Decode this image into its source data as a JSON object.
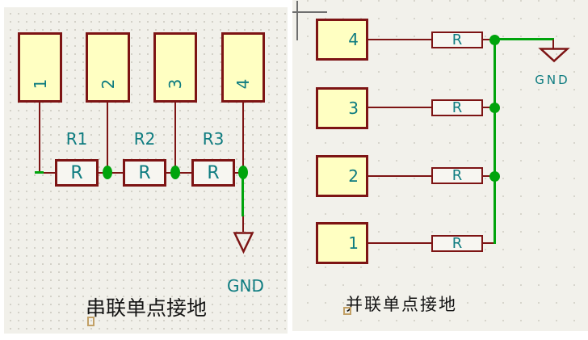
{
  "colors": {
    "maroon": "#7d1414",
    "green": "#00a40c",
    "teal": "#0e7c80",
    "boxfill": "#ffffc2",
    "canvas": "#f1f0ea",
    "canvas2": "#f2f1eb",
    "caption": "#151515",
    "gray": "#6f6f6f",
    "tan": "#c2a065"
  },
  "left_panel": {
    "caption": "串联单点接地",
    "gnd_label": "GND",
    "box_labels": [
      "1",
      "2",
      "3",
      "4"
    ],
    "resistor_refs": [
      "R1",
      "R2",
      "R3"
    ],
    "resistor_values": [
      "R",
      "R",
      "R"
    ]
  },
  "right_panel": {
    "caption": "并联单点接地",
    "gnd_label": "GND",
    "box_labels": [
      "4",
      "3",
      "2",
      "1"
    ],
    "resistor_values": [
      "R",
      "R",
      "R",
      "R"
    ]
  }
}
